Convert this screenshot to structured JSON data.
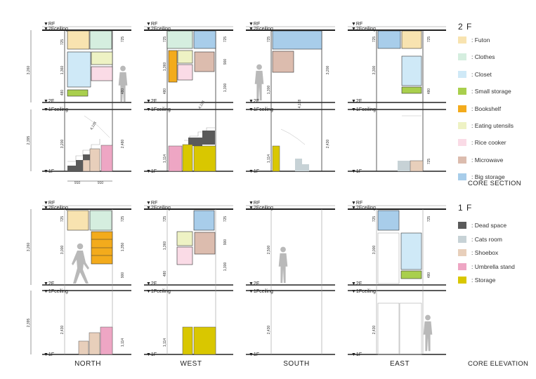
{
  "legend": {
    "floor2": {
      "heading": "2 F",
      "items": [
        {
          "label": ": Futon",
          "color": "#f8e3b0"
        },
        {
          "label": ": Clothes",
          "color": "#d5eedf"
        },
        {
          "label": ": Closet",
          "color": "#cfe9f7"
        },
        {
          "label": ": Small storage",
          "color": "#a9cf4d"
        },
        {
          "label": ": Bookshelf",
          "color": "#f3ab1c"
        },
        {
          "label": ": Eating utensils",
          "color": "#eef2c4"
        },
        {
          "label": ": Rice cooker",
          "color": "#fadbe6"
        },
        {
          "label": ": Microwave",
          "color": "#dcbcae"
        },
        {
          "label": ": Big storage",
          "color": "#a8cdea"
        }
      ]
    },
    "floor1": {
      "heading": "1 F",
      "items": [
        {
          "label": ": Dead space",
          "color": "#5a5a5a"
        },
        {
          "label": ": Cats room",
          "color": "#c7d2d6"
        },
        {
          "label": ": Shoebox",
          "color": "#e8cfbb"
        },
        {
          "label": ": Umbrella stand",
          "color": "#eea6c4"
        },
        {
          "label": ": Storage",
          "color": "#d9c700"
        }
      ]
    }
  },
  "captions": {
    "core_section": "CORE SECTION",
    "core_elevation": "CORE ELEVATION"
  },
  "levels": {
    "rf": "▼RF",
    "f2_ceiling": "▼2Fceiling",
    "f2": "▼2F",
    "f1_ceiling": "▼1Fceiling",
    "f1": "▼1F"
  },
  "dims": {
    "upper": "3,260",
    "lower": "2,395",
    "d725": "725",
    "d1360": "1,360",
    "d1350": "1,350",
    "d1300": "1,300",
    "d3200": "3,200",
    "d3300": "3,300",
    "d480": "480",
    "d1114": "1,114",
    "d2480": "2,480",
    "d2430": "2,430",
    "d910": "910",
    "d4128": "4,128",
    "d3000": "3,000",
    "d2500": "2,500",
    "d900": "900"
  },
  "directions": [
    "NORTH",
    "WEST",
    "SOUTH",
    "EAST"
  ]
}
